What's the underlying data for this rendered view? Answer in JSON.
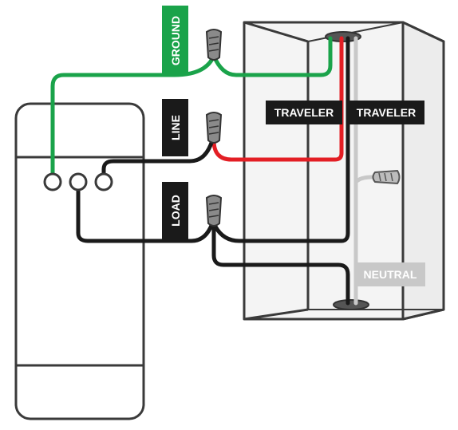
{
  "labels": {
    "ground": "GROUND",
    "line": "LINE",
    "load": "LOAD",
    "traveler_left": "TRAVELER",
    "traveler_right": "TRAVELER",
    "neutral": "NEUTRAL"
  },
  "colors": {
    "ground_wire": "#1aa34a",
    "line_wire": "#e31e24",
    "hot_wire": "#1a1a1a",
    "neutral_wire": "#c8c8c8",
    "outline": "#3a3a3a",
    "box_fill": "#f2f2f2",
    "ground_label_bg": "#1aa34a",
    "dark_label_bg": "#1a1a1a",
    "neutral_label_bg": "#c8c8c8"
  },
  "icons": {
    "wire_nut": "wire-nut-icon",
    "terminal": "terminal-screw-icon"
  }
}
